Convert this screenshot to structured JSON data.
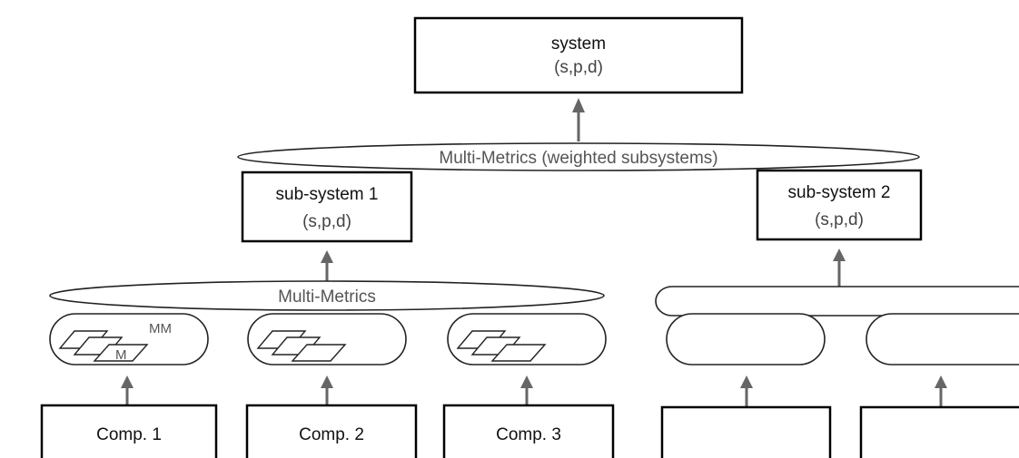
{
  "system": {
    "title": "system",
    "params": "(s,p,d)"
  },
  "top_metric": {
    "label": "Multi-Metrics (weighted subsystems)"
  },
  "subsystem1": {
    "title": "sub-system 1",
    "params": "(s,p,d)"
  },
  "subsystem2": {
    "title": "sub-system 2",
    "params": "(s,p,d)"
  },
  "left_metric": {
    "label": "Multi-Metrics"
  },
  "metric_cluster": {
    "mm_label": "MM",
    "m_label": "M"
  },
  "components": [
    "Comp. 1",
    "Comp. 2",
    "Comp. 3"
  ]
}
